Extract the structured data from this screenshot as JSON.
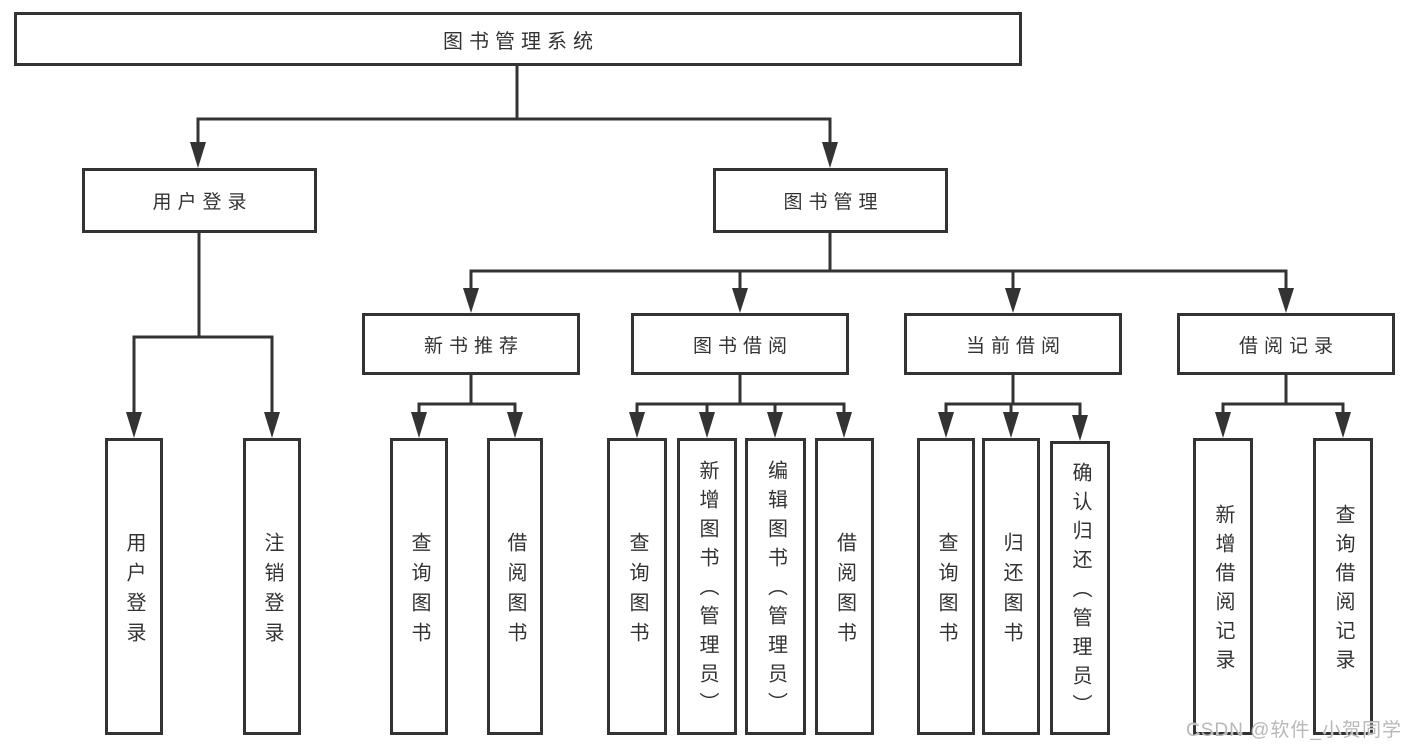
{
  "watermark": "CSDN @软件_小贺同学",
  "colors": {
    "line": "#333333",
    "box_border": "#333333",
    "text": "#333333",
    "watermark_text": "#b8b8b8",
    "background": "#ffffff"
  },
  "tree": {
    "label": "图书管理系统",
    "children": [
      {
        "label": "用户登录",
        "children": [
          {
            "label": "用户登录"
          },
          {
            "label": "注销登录"
          }
        ]
      },
      {
        "label": "图书管理",
        "children": [
          {
            "label": "新书推荐",
            "children": [
              {
                "label": "查询图书"
              },
              {
                "label": "借阅图书"
              }
            ]
          },
          {
            "label": "图书借阅",
            "children": [
              {
                "label": "查询图书"
              },
              {
                "label": "新增图书（管理员）"
              },
              {
                "label": "编辑图书（管理员）"
              },
              {
                "label": "借阅图书"
              }
            ]
          },
          {
            "label": "当前借阅",
            "children": [
              {
                "label": "查询图书"
              },
              {
                "label": "归还图书"
              },
              {
                "label": "确认归还（管理员）"
              }
            ]
          },
          {
            "label": "借阅记录",
            "children": [
              {
                "label": "新增借阅记录"
              },
              {
                "label": "查询借阅记录"
              }
            ]
          }
        ]
      }
    ]
  }
}
